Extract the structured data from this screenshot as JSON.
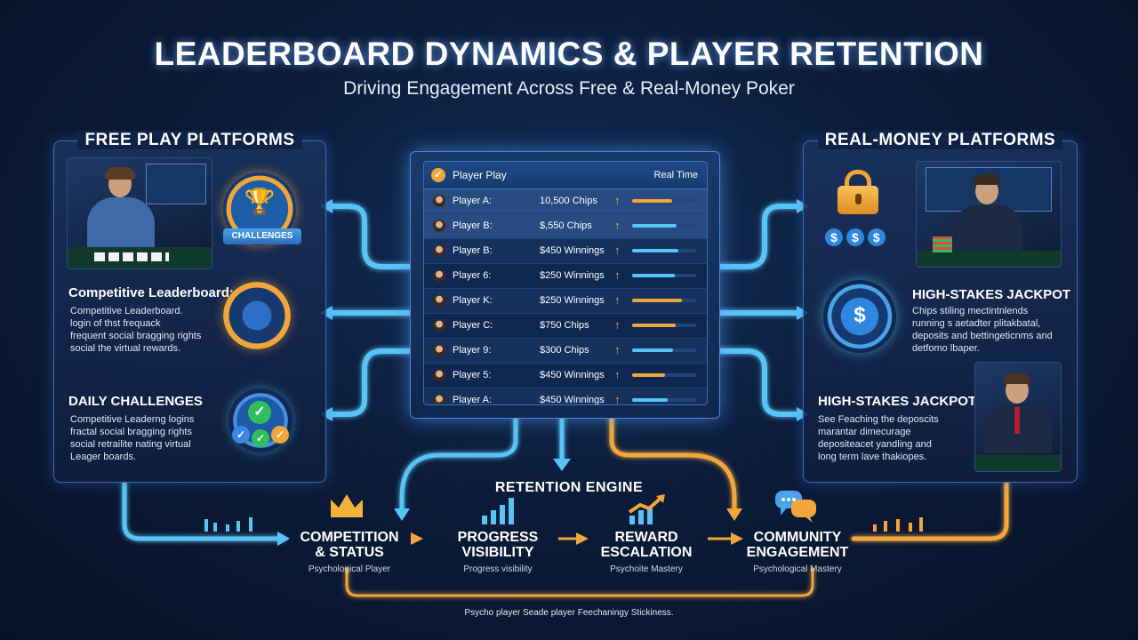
{
  "header": {
    "title": "LEADERBOARD DYNAMICS & PLAYER RETENTION",
    "subtitle": "Driving Engagement Across Free & Real-Money Poker"
  },
  "free_panel": {
    "title": "FREE PLAY PLATFORMS",
    "challenges_badge": "CHALLENGES",
    "section1_title": "Competitive Leaderboard:",
    "section1_text": [
      "Competitive Leaderboard.",
      "login of thst frequack",
      "frequent social bragging rights",
      "social the virtual rewards."
    ],
    "section2_title": "DAILY CHALLENGES",
    "section2_text": [
      "Competitive Leaderng logins",
      "fractal social bragging rights",
      "social retrailite nating virtual",
      "Leager boards."
    ]
  },
  "real_panel": {
    "title": "REAL-MONEY PLATFORMS",
    "section1_title": "HIGH-STAKES JACKPOT",
    "section1_text": [
      "Chips stiling mectintnlends",
      "running s aetadter plitakbatal,",
      "deposits and bettingeticnms and",
      "detfomo lbaper."
    ],
    "section2_title": "HIGH-STAKES JACKPOT",
    "section2_text": [
      "See Feaching the deposcits",
      "marantar dimecurage",
      "depositeacet yandling and",
      "long term lave thakiopes."
    ]
  },
  "leaderboard": {
    "title": "Player Play",
    "status": "Real Time",
    "rows": [
      {
        "name": "Player A:",
        "value": "10,500 Chips",
        "fill": 0.62,
        "color": "#f2a63a"
      },
      {
        "name": "Player B:",
        "value": "$,550 Chips",
        "fill": 0.7,
        "color": "#58c4f5"
      },
      {
        "name": "Player B:",
        "value": "$450 Winnings",
        "fill": 0.72,
        "color": "#58c4f5"
      },
      {
        "name": "Player 6:",
        "value": "$250 Winnings",
        "fill": 0.66,
        "color": "#58c4f5"
      },
      {
        "name": "Player K:",
        "value": "$250 Winnings",
        "fill": 0.78,
        "color": "#f2a63a"
      },
      {
        "name": "Player C:",
        "value": "$750 Chips",
        "fill": 0.68,
        "color": "#f2a63a"
      },
      {
        "name": "Player 9:",
        "value": "$300 Chips",
        "fill": 0.64,
        "color": "#58c4f5"
      },
      {
        "name": "Player 5:",
        "value": "$450 Winnings",
        "fill": 0.52,
        "color": "#f2a63a"
      },
      {
        "name": "Player A:",
        "value": "$450 Winnings",
        "fill": 0.55,
        "color": "#58c4f5"
      }
    ]
  },
  "engine": {
    "title": "RETENTION ENGINE",
    "steps": [
      {
        "title1": "COMPETITION",
        "title2": "& STATUS",
        "sub": "Psychological Player"
      },
      {
        "title1": "PROGRESS",
        "title2": "VISIBILITY",
        "sub": "Progress visibility"
      },
      {
        "title1": "REWARD",
        "title2": "ESCALATION",
        "sub": "Psychoite Mastery"
      },
      {
        "title1": "COMMUNITY",
        "title2": "ENGAGEMENT",
        "sub": "Psychological Mastery"
      }
    ],
    "footer": "Psycho player Seade player Feechaningy Stickiness."
  },
  "colors": {
    "accent_blue": "#58c4f5",
    "accent_orange": "#f2a63a",
    "background": "#0b1c3a"
  }
}
